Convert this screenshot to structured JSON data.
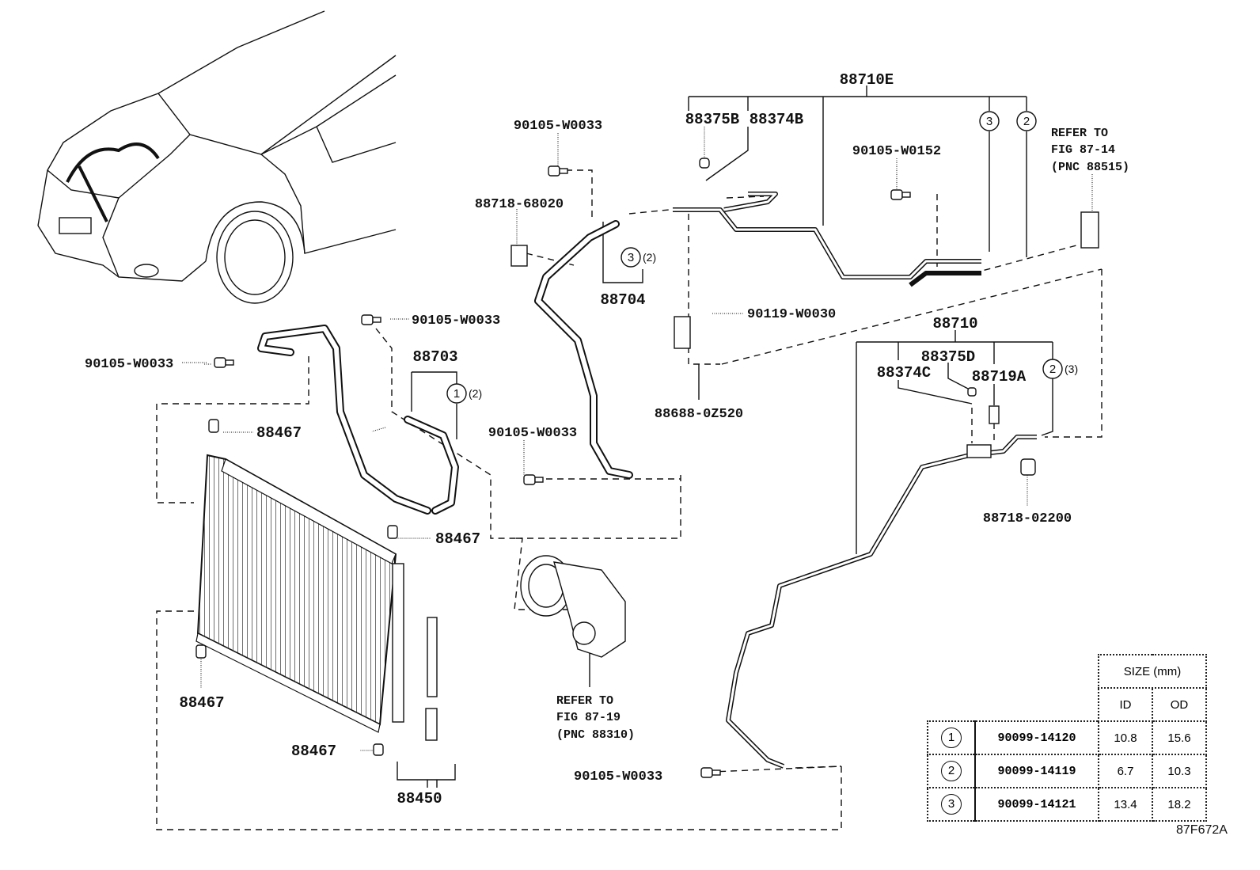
{
  "diagram": {
    "labels": {
      "l88710E": "88710E",
      "l88375B": "88375B",
      "l88374B": "88374B",
      "w0033_top": "90105-W0033",
      "w0152": "90105-W0152",
      "l88718_68020": "88718-68020",
      "l88704": "88704",
      "w0033_mid": "90105-W0033",
      "w0030": "90119-W0030",
      "l88710": "88710",
      "l88375D": "88375D",
      "l88374C": "88374C",
      "l88719A": "88719A",
      "w0033_left": "90105-W0033",
      "l88703": "88703",
      "l88688": "88688-0Z520",
      "l88467_a": "88467",
      "w0033_comp": "90105-W0033",
      "l88718_02200": "88718-02200",
      "l88467_b": "88467",
      "l88467_c": "88467",
      "l88467_d": "88467",
      "l88450": "88450",
      "w0033_bottom": "90105-W0033"
    },
    "callouts": {
      "c3_top": "3",
      "c2_top": "2",
      "c3_88704": "3",
      "c3_88704_qty": "(2)",
      "c1_88703": "1",
      "c1_88703_qty": "(2)",
      "c2_88710": "2",
      "c2_88710_qty": "(3)"
    },
    "references": {
      "expansion_valve": [
        "REFER TO",
        "FIG 87-14",
        "(PNC 88515)"
      ],
      "compressor": [
        "REFER TO",
        "FIG 87-19",
        "(PNC 88310)"
      ]
    },
    "oring_table": {
      "size_header": "SIZE (mm)",
      "col_id": "ID",
      "col_od": "OD",
      "rows": [
        {
          "ref": "1",
          "part": "90099-14120",
          "id": "10.8",
          "od": "15.6"
        },
        {
          "ref": "2",
          "part": "90099-14119",
          "id": "6.7",
          "od": "10.3"
        },
        {
          "ref": "3",
          "part": "90099-14121",
          "id": "13.4",
          "od": "18.2"
        }
      ]
    },
    "figure_code": "87F672A"
  }
}
